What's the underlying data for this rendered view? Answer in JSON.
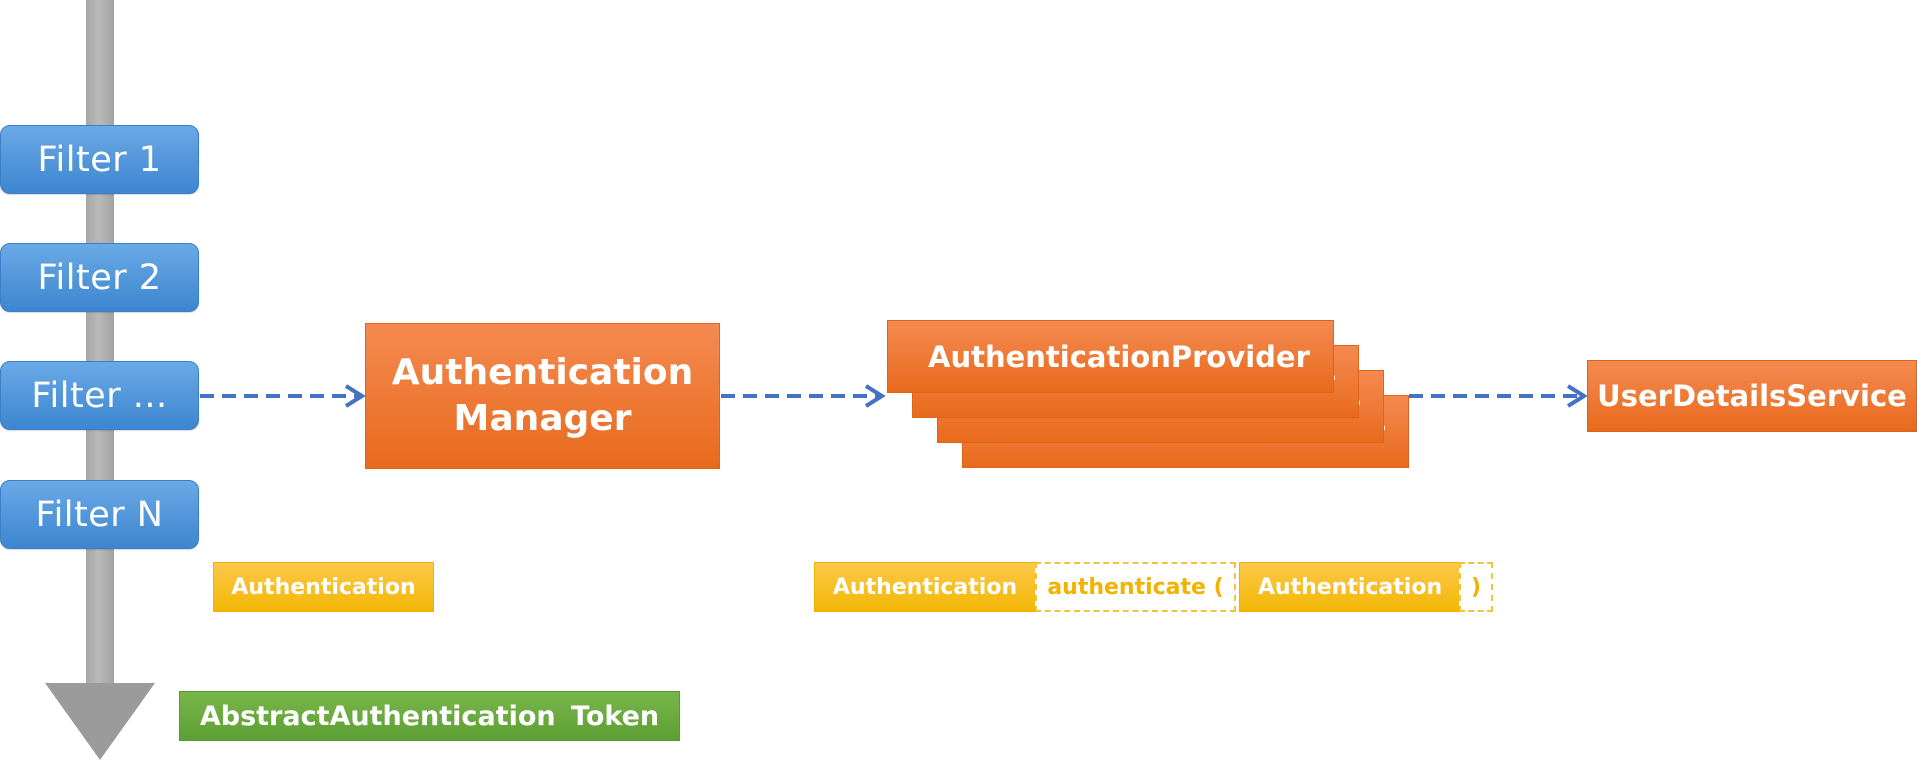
{
  "filters": [
    {
      "label": "Filter 1"
    },
    {
      "label": "Filter 2"
    },
    {
      "label": "Filter ..."
    },
    {
      "label": "Filter N"
    }
  ],
  "authentication_manager": {
    "line1": "Authentication",
    "line2": "Manager"
  },
  "authentication_provider": {
    "label": "AuthenticationProvider",
    "stack_count": 4
  },
  "user_details_service": {
    "label": "UserDetailsService"
  },
  "filter_output": {
    "label": "Authentication"
  },
  "method_signature": {
    "return_type": "Authentication",
    "method": "authenticate (",
    "param_type": "Authentication",
    "close": ")"
  },
  "token": {
    "label": "AbstractAuthentication  Token"
  },
  "colors": {
    "filter_blue": "#4a90d9",
    "component_orange": "#ee7b30",
    "label_yellow": "#f8bf1e",
    "token_green": "#6aab3f",
    "arrow_blue": "#4472c4",
    "flow_gray": "#a6a6a6"
  }
}
